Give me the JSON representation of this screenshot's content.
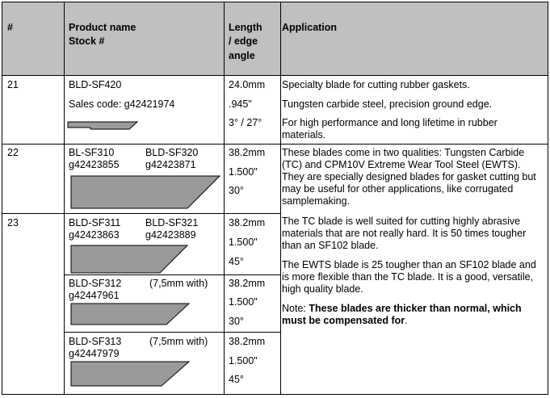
{
  "header": {
    "num": "#",
    "product_line1": "Product name",
    "product_line2": "Stock #",
    "length_line1": "Length",
    "length_line2": "/ edge",
    "length_line3": "angle",
    "application": "Application"
  },
  "rows": [
    {
      "num": "21",
      "name": "BLD-SF420",
      "sales": "Sales code: g42421974",
      "length": "24.0mm",
      "inch": ".945\"",
      "angle": "3° / 27°"
    },
    {
      "num": "22",
      "name_a": "BL-SF310",
      "code_a": "g42423855",
      "name_b": "BLD-SF320",
      "code_b": "g42423871",
      "length": "38.2mm",
      "inch": "1.500\"",
      "angle": "30°"
    },
    {
      "num": "23",
      "name_a": "BLD-SF311",
      "code_a": "g42423863",
      "name_b": "BLD-SF321",
      "code_b": "g42423889",
      "length": "38.2mm",
      "inch": "1.500\"",
      "angle": "45°"
    },
    {
      "num": "",
      "name_a": "BLD-SF312",
      "note": "(7,5mm with)",
      "code_a": "g42447961",
      "length": "38.2mm",
      "inch": "1.500\"",
      "angle": "30°"
    },
    {
      "num": "",
      "name_a": "BLD-SF313",
      "note": "(7,5mm with)",
      "code_a": "g42447979",
      "length": "38.2mm",
      "inch": "1.500\"",
      "angle": "45°"
    }
  ],
  "application": {
    "p1": "Specialty blade for cutting rubber gaskets.",
    "p2": "Tungsten carbide steel, precision ground edge.",
    "p3": "For high performance and long lifetime in rubber materials.",
    "p4": "These blades come in two qualities: Tungsten Carbide (TC) and CPM10V Extreme Wear Tool Steel (EWTS).  They are specially designed blades for gasket cutting but may be useful for other applications, like corrugated samplemaking.",
    "p5": "The TC blade is well suited for cutting highly abrasive materials that are not really hard. It is 50 times tougher than an SF102 blade.",
    "p6": "The EWTS blade is 25 tougher than an SF102  blade and is more flexible than the TC blade. It is a good, versatile, high quality blade.",
    "p7_prefix": "Note:  ",
    "p7_bold": "These blades are thicker than normal, which must be compensated for",
    "p7_suffix": "."
  }
}
